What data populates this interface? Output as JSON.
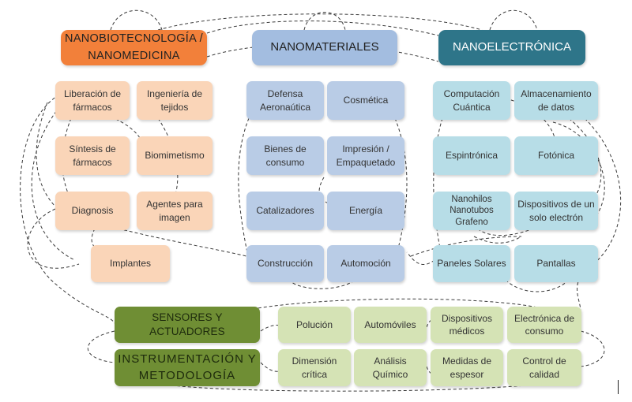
{
  "groups": {
    "nanobio": {
      "title": "NANOBIOTECNOLOGÍA /\nNANOMEDICINA",
      "items": [
        "Liberación de\nfármacos",
        "Ingeniería de\ntejidos",
        "Síntesis de\nfármacos",
        "Biomimetismo",
        "Diagnosis",
        "Agentes para\nimagen",
        "Implantes"
      ]
    },
    "nanomat": {
      "title": "NANOMATERIALES",
      "items": [
        "Defensa\nAeronaútica",
        "Cosmética",
        "Bienes de\nconsumo",
        "Impresión /\nEmpaquetado",
        "Catalizadores",
        "Energía",
        "Construcción",
        "Automoción"
      ]
    },
    "nanoelec": {
      "title": "NANOELECTRÓNICA",
      "items": [
        "Computación\nCuántica",
        "Almacenamiento\nde datos",
        "Espintrónica",
        "Fotónica",
        "Nanohilos\nNanotubos\nGrafeno",
        "Dispositivos de un\nsolo electrón",
        "Paneles Solares",
        "Pantallas"
      ]
    },
    "sensores": {
      "title": "SENSORES Y ACTUADORES",
      "items": [
        "Polución",
        "Automóviles",
        "Dispositivos\nmédicos",
        "Electrónica de\nconsumo"
      ]
    },
    "instrumentacion": {
      "title": "INSTRUMENTACIÓN Y\nMETODOLOGÍA",
      "items": [
        "Dimensión\ncrítica",
        "Análisis\nQuímico",
        "Medidas de\nespesor",
        "Control de\ncalidad"
      ]
    }
  },
  "colors": {
    "nanobio_header": "#f2803a",
    "nanobio_item": "#fad5b8",
    "nanomat_header": "#a3bde0",
    "nanomat_item": "#b9cce6",
    "nanoelec_header": "#2e7589",
    "nanoelec_item": "#b7dde7",
    "bottom_header": "#6f8e34",
    "bottom_item": "#d5e3b5"
  }
}
